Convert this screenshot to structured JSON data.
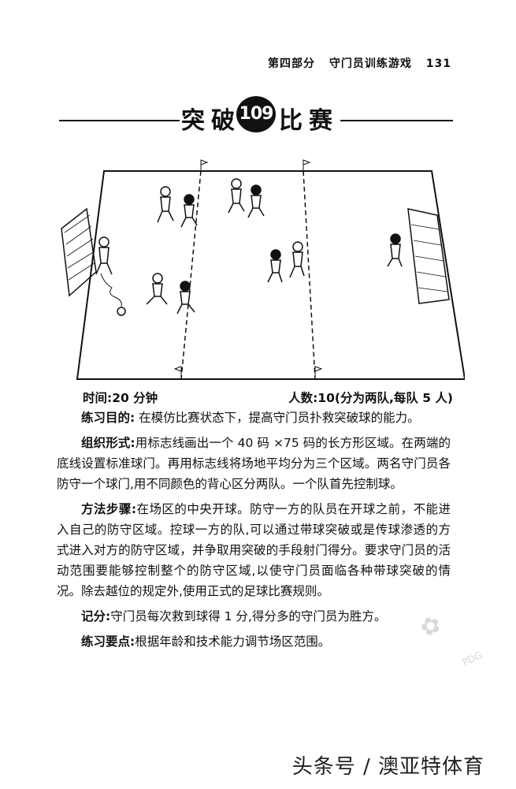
{
  "header": {
    "section": "第四部分",
    "chapter": "守门员训练游戏",
    "page_number": "131"
  },
  "title": {
    "left": "突破",
    "number": "109",
    "right": "比赛"
  },
  "info": {
    "time": "时间:20 分钟",
    "people": "人数:10(分为两队,每队 5 人)"
  },
  "sections": {
    "purpose_label": "练习目的:",
    "purpose_text": "在模仿比赛状态下，提高守门员扑救突破球的能力。",
    "organization_label": "组织形式:",
    "organization_text": "用标志线画出一个 40 码 ×75 码的长方形区域。在两端的底线设置标准球门。再用标志线将场地平均分为三个区域。两名守门员各防守一个球门,用不同颜色的背心区分两队。一个队首先控制球。",
    "method_label": "方法步骤:",
    "method_text": "在场区的中央开球。防守一方的队员在开球之前，不能进入自己的防守区域。控球一方的队,可以通过带球突破或是传球渗透的方式进入对方的防守区域，并争取用突破的手段射门得分。要求守门员的活动范围要能够控制整个的防守区域,以使守门员面临各种带球突破的情况。除去越位的规定外,使用正式的足球比赛规则。",
    "scoring_label": "记分:",
    "scoring_text": "守门员每次救到球得 1 分,得分多的守门员为胜方。",
    "points_label": "练习要点:",
    "points_text": "根据年龄和技术能力调节场区范围。"
  },
  "watermark": {
    "pdg": "PDG"
  },
  "footer": {
    "source": "头条号 / 澳亚特体育"
  }
}
